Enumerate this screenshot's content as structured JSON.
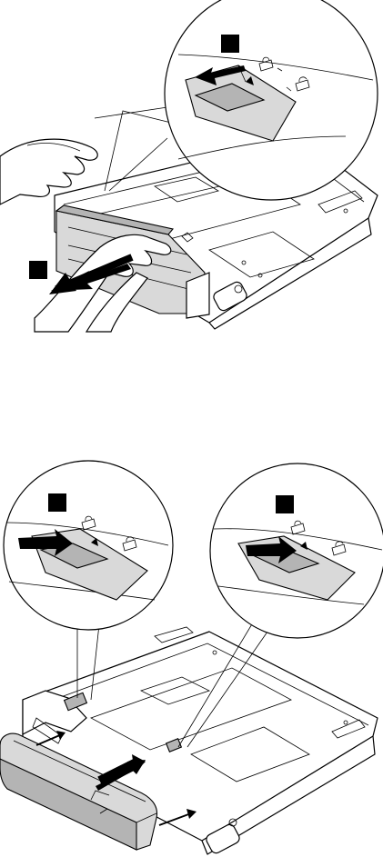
{
  "figure": {
    "steps": [
      {
        "id": "top",
        "callouts": [
          "step-marker-1",
          "step-marker-2"
        ],
        "arrows": [
          "slide-latch-left",
          "pull-battery-out"
        ]
      },
      {
        "id": "bottom",
        "callouts": [
          "step-marker-1",
          "step-marker-2"
        ],
        "arrows": [
          "push-latch-right",
          "push-latch-right",
          "insert-battery"
        ]
      }
    ],
    "colors": {
      "line": "#000000",
      "shade": "#b4b4b4",
      "light_shade": "#d9d9d9",
      "background": "#ffffff"
    },
    "icons": [
      "lock-icon",
      "unlock-icon"
    ]
  }
}
